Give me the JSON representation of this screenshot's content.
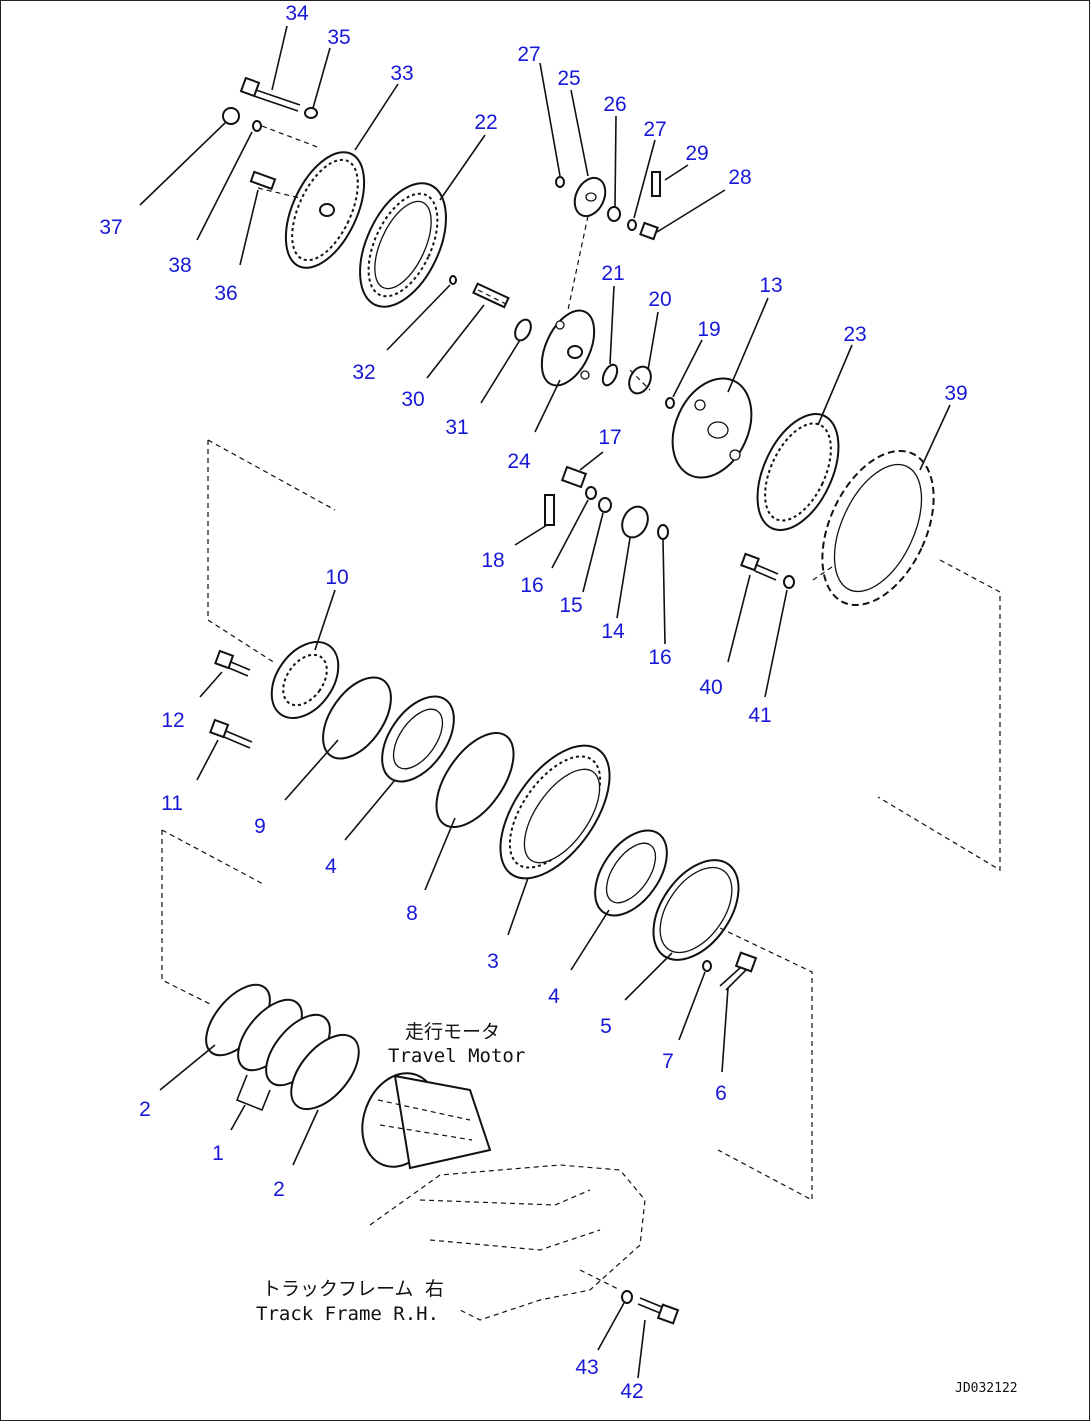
{
  "diagram": {
    "labels": {
      "travel_motor_jp": "走行モータ",
      "travel_motor_en": "Travel Motor",
      "track_frame_jp": "トラックフレーム 右",
      "track_frame_en": "Track Frame R.H."
    },
    "drawing_code": "JD032122",
    "part_numbers": [
      "1",
      "2",
      "2",
      "3",
      "4",
      "4",
      "5",
      "6",
      "7",
      "8",
      "9",
      "10",
      "11",
      "12",
      "13",
      "14",
      "15",
      "16",
      "16",
      "17",
      "18",
      "19",
      "20",
      "21",
      "22",
      "23",
      "24",
      "25",
      "26",
      "27",
      "27",
      "28",
      "29",
      "30",
      "31",
      "32",
      "33",
      "34",
      "35",
      "36",
      "37",
      "38",
      "39",
      "40",
      "41",
      "42",
      "43"
    ],
    "colors": {
      "callout": "#1818d8",
      "line": "#111111",
      "background": "#ffffff"
    }
  }
}
